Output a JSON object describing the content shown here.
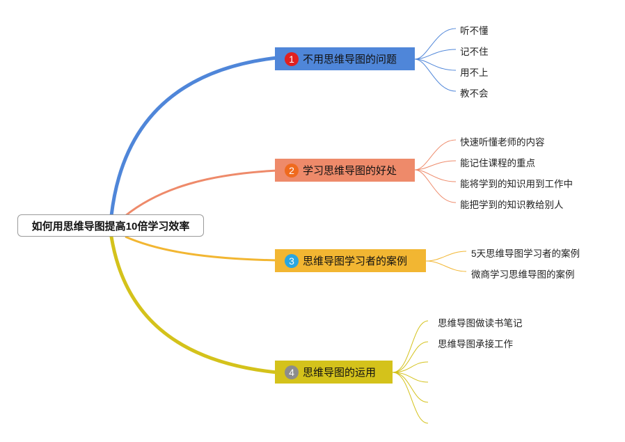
{
  "root": {
    "label": "如何用思维导图提高10倍学习效率"
  },
  "branches": [
    {
      "number": "1",
      "label": "不用思维导图的问题",
      "color": "#4f86d9",
      "badge_color": "#e02020",
      "leaves": [
        "听不懂",
        "记不住",
        "用不上",
        "教不会"
      ]
    },
    {
      "number": "2",
      "label": "学习思维导图的好处",
      "color": "#ee8a6a",
      "badge_color": "#ef6a1e",
      "leaves": [
        "快速听懂老师的内容",
        "能记住课程的重点",
        "能将学到的知识用到工作中",
        "能把学到的知识教给别人"
      ]
    },
    {
      "number": "3",
      "label": "思维导图学习者的案例",
      "color": "#f2b632",
      "badge_color": "#2aa6e0",
      "leaves": [
        "5天思维导图学习者的案例",
        "微商学习思维导图的案例"
      ]
    },
    {
      "number": "4",
      "label": "思维导图的运用",
      "color": "#d4c21b",
      "badge_color": "#8c8c8c",
      "leaves": [
        "思维导图做读书笔记",
        "思维导图承接工作",
        "",
        "",
        ""
      ]
    }
  ]
}
